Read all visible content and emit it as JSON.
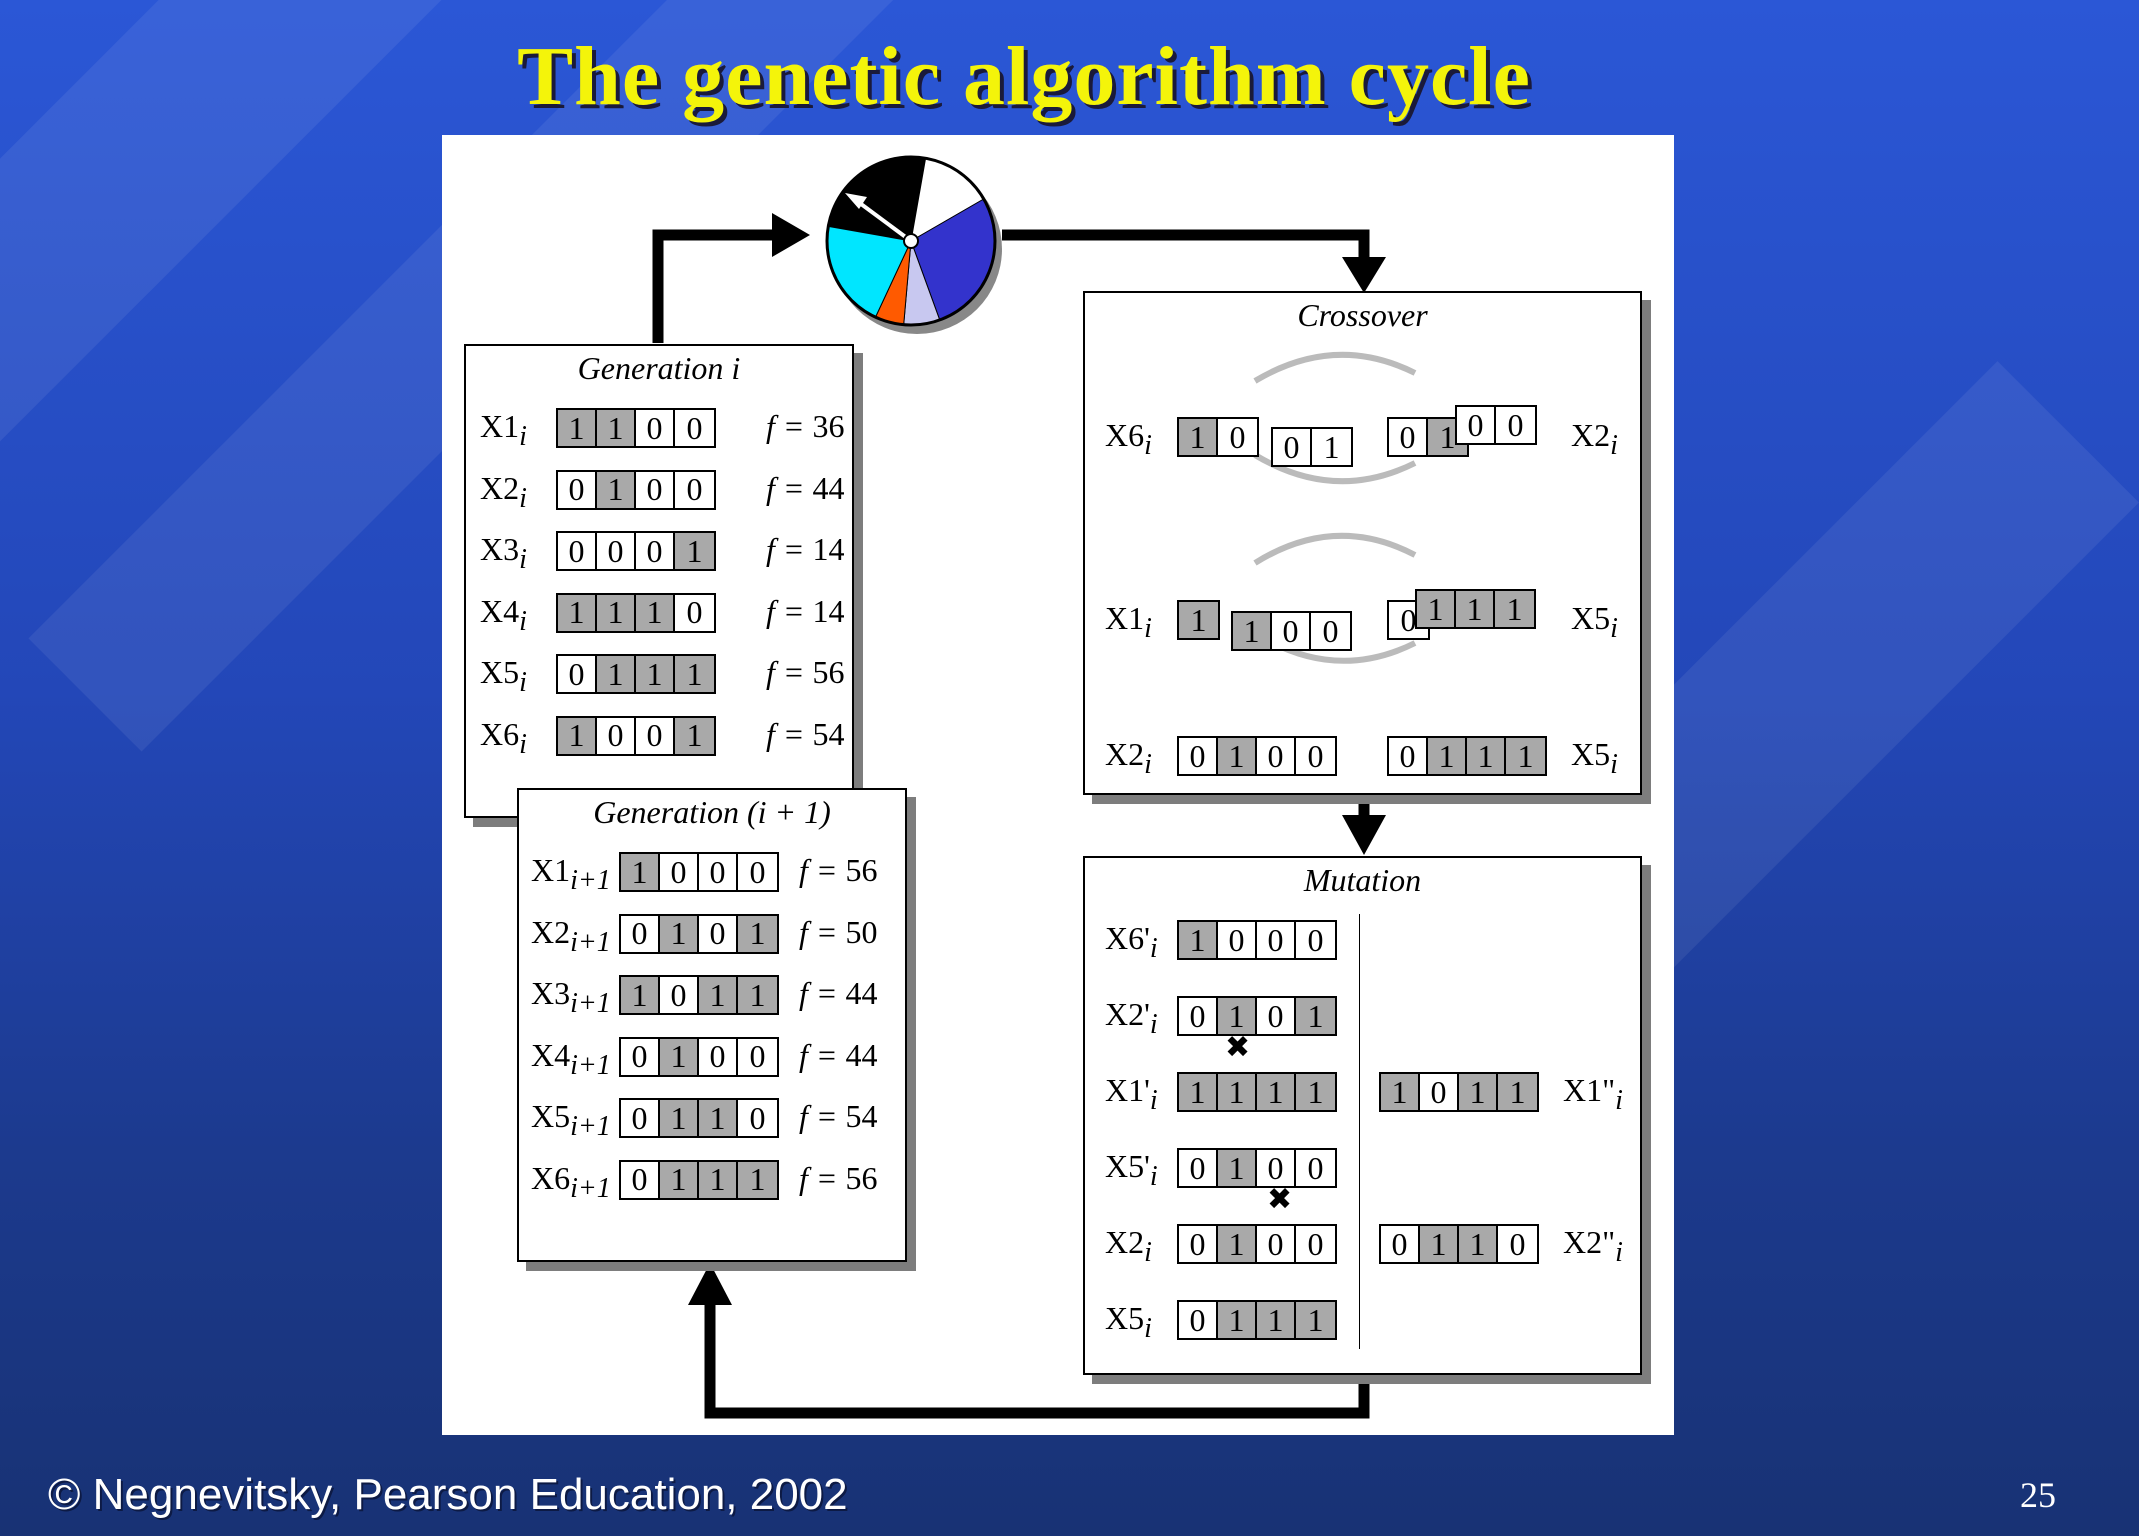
{
  "title": "The genetic algorithm cycle",
  "footer": {
    "copyright": "© Negnevitsky, Pearson Education, 2002",
    "page_number": "25"
  },
  "generation_i": {
    "title": "Generation i",
    "rows": [
      {
        "label": "X1",
        "sub": "i",
        "bits": [
          "1",
          "1",
          "0",
          "0"
        ],
        "shade": [
          1,
          1,
          0,
          0
        ],
        "fitness": "36"
      },
      {
        "label": "X2",
        "sub": "i",
        "bits": [
          "0",
          "1",
          "0",
          "0"
        ],
        "shade": [
          0,
          1,
          0,
          0
        ],
        "fitness": "44"
      },
      {
        "label": "X3",
        "sub": "i",
        "bits": [
          "0",
          "0",
          "0",
          "1"
        ],
        "shade": [
          0,
          0,
          0,
          1
        ],
        "fitness": "14"
      },
      {
        "label": "X4",
        "sub": "i",
        "bits": [
          "1",
          "1",
          "1",
          "0"
        ],
        "shade": [
          1,
          1,
          1,
          0
        ],
        "fitness": "14"
      },
      {
        "label": "X5",
        "sub": "i",
        "bits": [
          "0",
          "1",
          "1",
          "1"
        ],
        "shade": [
          0,
          1,
          1,
          1
        ],
        "fitness": "56"
      },
      {
        "label": "X6",
        "sub": "i",
        "bits": [
          "1",
          "0",
          "0",
          "1"
        ],
        "shade": [
          1,
          0,
          0,
          1
        ],
        "fitness": "54"
      }
    ]
  },
  "generation_next": {
    "title": "Generation (i + 1)",
    "rows": [
      {
        "label": "X1",
        "sub": "i+1",
        "bits": [
          "1",
          "0",
          "0",
          "0"
        ],
        "shade": [
          1,
          0,
          0,
          0
        ],
        "fitness": "56"
      },
      {
        "label": "X2",
        "sub": "i+1",
        "bits": [
          "0",
          "1",
          "0",
          "1"
        ],
        "shade": [
          0,
          1,
          0,
          1
        ],
        "fitness": "50"
      },
      {
        "label": "X3",
        "sub": "i+1",
        "bits": [
          "1",
          "0",
          "1",
          "1"
        ],
        "shade": [
          1,
          0,
          1,
          1
        ],
        "fitness": "44"
      },
      {
        "label": "X4",
        "sub": "i+1",
        "bits": [
          "0",
          "1",
          "0",
          "0"
        ],
        "shade": [
          0,
          1,
          0,
          0
        ],
        "fitness": "44"
      },
      {
        "label": "X5",
        "sub": "i+1",
        "bits": [
          "0",
          "1",
          "1",
          "0"
        ],
        "shade": [
          0,
          1,
          1,
          0
        ],
        "fitness": "54"
      },
      {
        "label": "X6",
        "sub": "i+1",
        "bits": [
          "0",
          "1",
          "1",
          "1"
        ],
        "shade": [
          0,
          1,
          1,
          1
        ],
        "fitness": "56"
      }
    ]
  },
  "fitness_prefix": "f = ",
  "crossover": {
    "title": "Crossover",
    "pair1": {
      "left_label": "X6",
      "right_label": "X2",
      "sub": "i",
      "left_fixed": [
        "1",
        "0"
      ],
      "left_moved": [
        "0",
        "1"
      ],
      "right_fixed": [
        "0",
        "1"
      ],
      "right_moved": [
        "0",
        "0"
      ]
    },
    "pair2": {
      "left_label": "X1",
      "right_label": "X5",
      "sub": "i",
      "left_fixed": [
        "1"
      ],
      "left_moved": [
        "1",
        "0",
        "0"
      ],
      "right_fixed": [
        "0"
      ],
      "right_moved": [
        "1",
        "1",
        "1"
      ]
    },
    "pair3": {
      "left_label": "X2",
      "right_label": "X5",
      "sub": "i",
      "left_bits": [
        "0",
        "1",
        "0",
        "0"
      ],
      "left_shade": [
        0,
        1,
        0,
        0
      ],
      "right_bits": [
        "0",
        "1",
        "1",
        "1"
      ],
      "right_shade": [
        0,
        1,
        1,
        1
      ]
    }
  },
  "mutation": {
    "title": "Mutation",
    "rows": [
      {
        "label": "X6'",
        "sub": "i",
        "bits": [
          "1",
          "0",
          "0",
          "0"
        ],
        "shade": [
          1,
          0,
          0,
          0
        ]
      },
      {
        "label": "X2'",
        "sub": "i",
        "bits": [
          "0",
          "1",
          "0",
          "1"
        ],
        "shade": [
          0,
          1,
          0,
          1
        ]
      },
      {
        "label": "X1'",
        "sub": "i",
        "bits": [
          "1",
          "1",
          "1",
          "1"
        ],
        "shade": [
          1,
          1,
          1,
          1
        ],
        "mutated": {
          "label": "X1\"",
          "sub": "i",
          "bits": [
            "1",
            "0",
            "1",
            "1"
          ],
          "shade": [
            1,
            0,
            1,
            1
          ]
        }
      },
      {
        "label": "X5'",
        "sub": "i",
        "bits": [
          "0",
          "1",
          "0",
          "0"
        ],
        "shade": [
          0,
          1,
          0,
          0
        ]
      },
      {
        "label": "X2",
        "sub": "i",
        "bits": [
          "0",
          "1",
          "0",
          "0"
        ],
        "shade": [
          0,
          1,
          0,
          0
        ],
        "mutated": {
          "label": "X2\"",
          "sub": "i",
          "bits": [
            "0",
            "1",
            "1",
            "0"
          ],
          "shade": [
            0,
            1,
            1,
            0
          ]
        }
      },
      {
        "label": "X5",
        "sub": "i",
        "bits": [
          "0",
          "1",
          "1",
          "1"
        ],
        "shade": [
          0,
          1,
          1,
          1
        ]
      }
    ],
    "mutation_marker": "✖"
  },
  "roulette_colors": [
    "#000000",
    "#ffffff",
    "#3333cc",
    "#c8c8f0",
    "#ff5a00",
    "#00e6ff"
  ]
}
